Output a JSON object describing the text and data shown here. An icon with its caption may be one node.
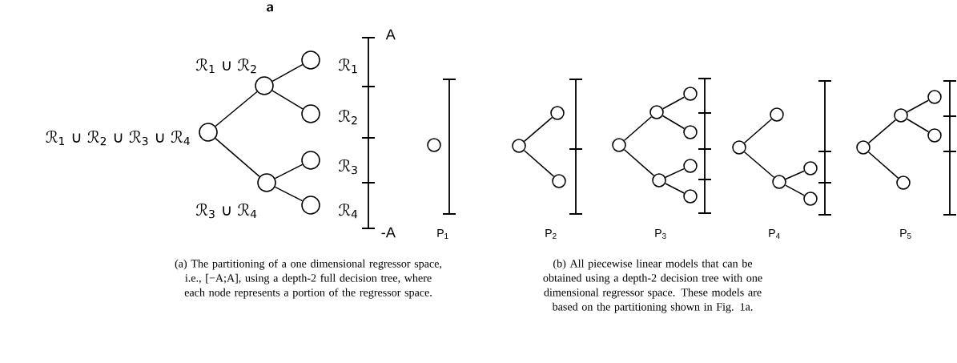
{
  "diagram": {
    "nodes": [
      {
        "text": [],
        "shape": "circle",
        "beside": [
          "ℛ$_{1}$ ∪ ℛ$_{2}$ ∪ ℛ$_{3}$ ∪ ℛ$_{4}$"
        ]
      },
      {
        "text": [],
        "shape": "circle",
        "beside": [
          "ℛ$_{1}$ ∪ ℛ$_{2}$"
        ]
      },
      {
        "text": [],
        "shape": "circle",
        "beside": [
          "ℛ$_{3}$ ∪ ℛ$_{4}$"
        ]
      },
      {
        "text": [],
        "shape": "circle",
        "beside": [
          "ℛ$_{1}$"
        ]
      },
      {
        "text": [],
        "shape": "circle",
        "beside": [
          "ℛ$_{2}$"
        ]
      },
      {
        "text": [],
        "shape": "circle",
        "beside": [
          "ℛ$_{3}$"
        ]
      },
      {
        "text": [],
        "shape": "circle",
        "beside": [
          "ℛ$_{4}$"
        ]
      },
      {
        "text": [],
        "shape": "circle"
      },
      {
        "text": [],
        "shape": "circle"
      },
      {
        "text": [],
        "shape": "circle"
      },
      {
        "text": [],
        "shape": "circle"
      },
      {
        "text": [],
        "shape": "circle"
      },
      {
        "text": [],
        "shape": "circle"
      },
      {
        "text": [],
        "shape": "circle"
      },
      {
        "text": [],
        "shape": "circle"
      },
      {
        "text": [],
        "shape": "circle"
      },
      {
        "text": [],
        "shape": "circle"
      },
      {
        "text": [],
        "shape": "circle"
      },
      {
        "text": [],
        "shape": "circle"
      },
      {
        "text": [],
        "shape": "circle"
      },
      {
        "text": [],
        "shape": "circle"
      },
      {
        "text": [],
        "shape": "circle"
      },
      {
        "text": [],
        "shape": "circle"
      },
      {
        "text": [],
        "shape": "circle"
      },
      {
        "text": [],
        "shape": "circle"
      },
      {
        "text": [],
        "shape": "circle"
      },
      {
        "text": [],
        "shape": "circle"
      },
      {
        "text": [],
        "shape": "circle"
      }
    ],
    "edges": [
      {
        "from": 0,
        "to": 1,
        "arrow": "none"
      },
      {
        "from": 0,
        "to": 2,
        "arrow": "none"
      },
      {
        "from": 1,
        "to": 3,
        "arrow": "none"
      },
      {
        "from": 1,
        "to": 4,
        "arrow": "none"
      },
      {
        "from": 2,
        "to": 5,
        "arrow": "none"
      },
      {
        "from": 2,
        "to": 6,
        "arrow": "none"
      },
      {
        "from": 8,
        "to": 9,
        "arrow": "none"
      },
      {
        "from": 8,
        "to": 10,
        "arrow": "none"
      },
      {
        "from": 11,
        "to": 12,
        "arrow": "none"
      },
      {
        "from": 11,
        "to": 13,
        "arrow": "none"
      },
      {
        "from": 12,
        "to": 14,
        "arrow": "none"
      },
      {
        "from": 12,
        "to": 15,
        "arrow": "none"
      },
      {
        "from": 13,
        "to": 16,
        "arrow": "none"
      },
      {
        "from": 13,
        "to": 17,
        "arrow": "none"
      },
      {
        "from": 18,
        "to": 19,
        "arrow": "none"
      },
      {
        "from": 18,
        "to": 20,
        "arrow": "none"
      },
      {
        "from": 20,
        "to": 21,
        "arrow": "none"
      },
      {
        "from": 20,
        "to": 22,
        "arrow": "none"
      },
      {
        "from": 23,
        "to": 24,
        "arrow": "none"
      },
      {
        "from": 23,
        "to": 25,
        "arrow": "none"
      },
      {
        "from": 24,
        "to": 26,
        "arrow": "none"
      },
      {
        "from": 24,
        "to": 27,
        "arrow": "none"
      }
    ],
    "labels": [
      "a",
      "A",
      "-A",
      "P$_{1}$",
      "P$_{2}$",
      "P$_{3}$",
      "P$_{4}$",
      "P$_{5}$",
      "(a) The partitioning of a one dimensional regressor space, i.e., [−A;A], using a depth-2 full decision tree, where each node represents a portion of the regressor space.",
      "(b) All piecewise linear models that can be obtained using a depth-2 decision tree with one dimensional regressor space. These models are based on the partitioning shown in Fig. 1a."
    ]
  }
}
